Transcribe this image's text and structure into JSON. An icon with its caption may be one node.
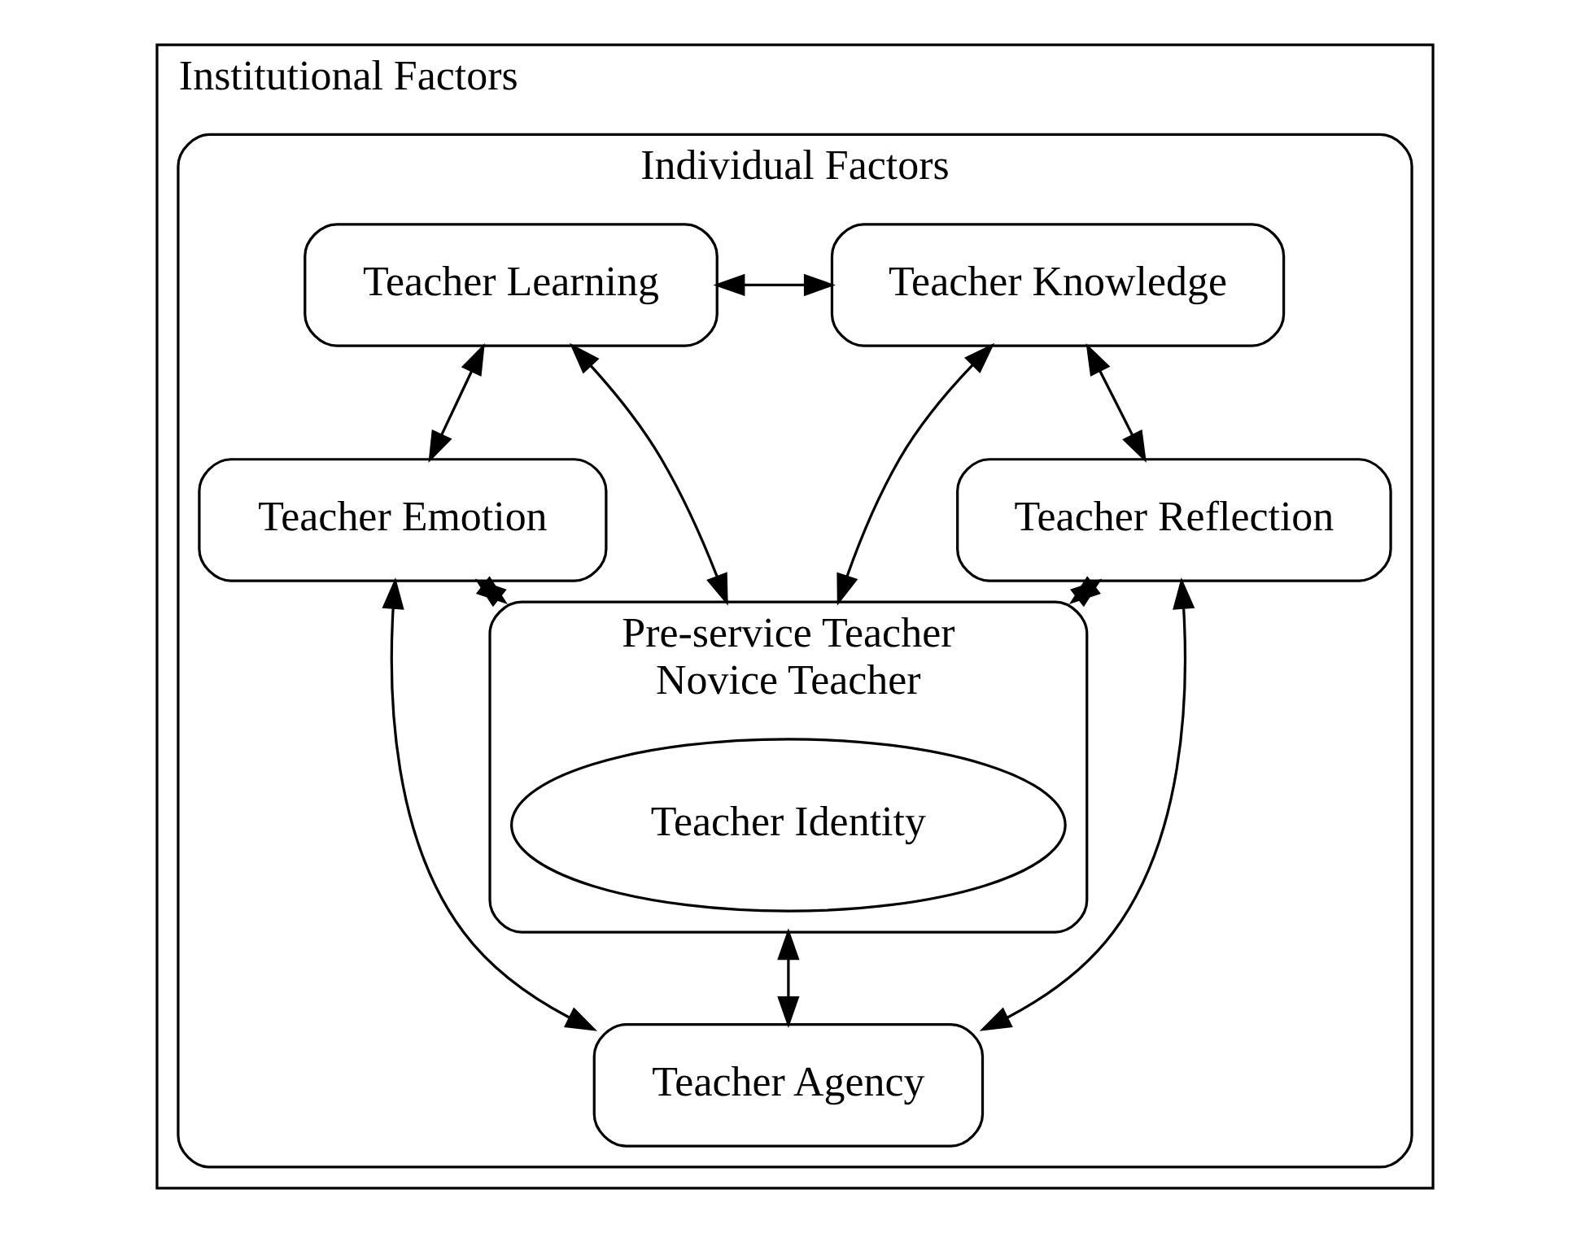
{
  "diagram": {
    "nodes": [
      {
        "text": [
          "Institutional Factors"
        ]
      },
      {
        "text": [
          "Individual Factors"
        ],
        "in": 0
      },
      {
        "text": [
          "Teacher Learning"
        ],
        "in": 1
      },
      {
        "text": [
          "Teacher Knowledge"
        ],
        "in": 1
      },
      {
        "text": [
          "Pre-service Teacher",
          "Novice Teacher"
        ],
        "in": 1
      },
      {
        "text": [
          "Teacher Identity"
        ],
        "in": 4
      },
      {
        "text": [
          "Teacher Emotion"
        ],
        "in": 1
      },
      {
        "text": [
          "Teacher Reflection"
        ],
        "in": 1
      },
      {
        "text": [
          "Teacher Agency"
        ],
        "in": 1
      }
    ],
    "edges": [
      {
        "from": 2,
        "to": 3,
        "arrow": "both"
      },
      {
        "from": 2,
        "to": 4,
        "arrow": "both"
      },
      {
        "from": 3,
        "to": 4,
        "arrow": "both"
      },
      {
        "from": 2,
        "to": 6,
        "arrow": "both"
      },
      {
        "from": 3,
        "to": 7,
        "arrow": "both"
      },
      {
        "from": 6,
        "to": 4,
        "arrow": "both"
      },
      {
        "from": 7,
        "to": 4,
        "arrow": "both"
      },
      {
        "from": 4,
        "to": 8,
        "arrow": "both"
      },
      {
        "from": 6,
        "to": 8,
        "arrow": "both"
      },
      {
        "from": 8,
        "to": 7,
        "arrow": "both"
      }
    ]
  }
}
